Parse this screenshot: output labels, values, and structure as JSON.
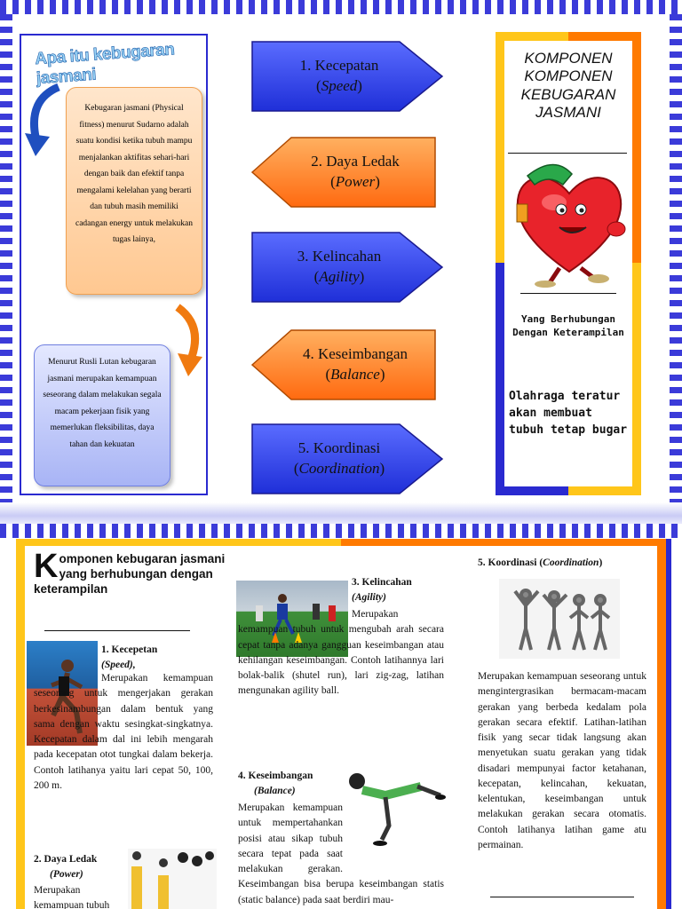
{
  "top": {
    "left_title": "Apa itu kebugaran jasmani",
    "bubble1": "Kebugaran jasmani (Physical fitness) menurut Sudarno adalah suatu kondisi ketika tubuh mampu menjalankan aktifitas sehari-hari dengan baik dan efektif tanpa mengalami kelelahan yang berarti dan tubuh masih memiliki cadangan energy untuk melakukan tugas lainya,",
    "bubble2": "Menurut Rusli Lutan kebugaran jasmani merupakan kemampuan seseorang dalam melakukan segala macam pekerjaan fisik yang memerlukan fleksibilitas, daya tahan dan kekuatan",
    "components": [
      {
        "label": "1. Kecepatan",
        "english": "Speed",
        "color": "blue"
      },
      {
        "label": "2. Daya Ledak",
        "english": "Power",
        "color": "orange"
      },
      {
        "label": "3. Kelincahan",
        "english": "Agility",
        "color": "blue"
      },
      {
        "label": "4. Keseimbangan",
        "english": "Balance",
        "color": "orange"
      },
      {
        "label": "5. Koordinasi",
        "english": "Coordination",
        "color": "blue"
      }
    ],
    "right_title": "KOMPONEN KOMPONEN KEBUGARAN JASMANI",
    "right_subtitle": "Yang Berhubungan Dengan Keterampilan",
    "right_quote": "Olahraga teratur akan membuat tubuh tetap bugar"
  },
  "bottom": {
    "heading_cap": "K",
    "heading_rest": "omponen kebugaran jasmani yang berhubungan dengan keterampilan",
    "speed_title": "1. Kecepetan",
    "speed_en": "(Speed),",
    "speed_text": "Merupakan kemampuan seseorang untuk mengerjakan gerakan berkesinambungan dalam bentuk yang sama dengan waktu sesingkat-singkatnya. Kecepatan dalam dal ini lebih mengarah pada kecepatan otot tungkai dalam bekerja. Contoh latihanya yaitu lari cepat 50, 100, 200 m.",
    "power_title": "2. Daya Ledak",
    "power_en": "(Power)",
    "power_text": "Merupakan kemampuan tubuh",
    "agility_title": "3. Kelincahan",
    "agility_en": "(Agility)",
    "agility_text": "Merupakan kemampuan tubuh untuk mengubah arah secara cepat tanpa adanya gangguan keseimbangan atau kehilangan keseimbangan. Contoh latihannya lari bolak-balik (shutel run), lari zig-zag, latihan mengunakan agility ball.",
    "balance_title": "4. Keseimbangan",
    "balance_en": "(Balance)",
    "balance_text": "Merupakan kemampuan untuk mempertahankan posisi atau sikap tubuh secara tepat pada saat melakukan gerakan. Keseimbangan bisa berupa keseimbangan statis (static balance) pada saat berdiri mau-",
    "coord_title": "5. Koordinasi (",
    "coord_en": "Coordination",
    "coord_close": ")",
    "coord_text": "Merupakan kemampuan seseorang untuk mengintergrasikan bermacam-macam gerakan yang berbeda kedalam pola gerakan secara efektif. Latihan-latihan fisik yang secar tidak langsung akan menyetukan suatu gerakan yang tidak disadari mempunyai factor ketahanan, kecepatan, kelincahan, kekuatan, kelentukan, keseimbangan untuk melakukan gerakan secara otomatis. Contoh latihanya latihan game atu permainan."
  }
}
